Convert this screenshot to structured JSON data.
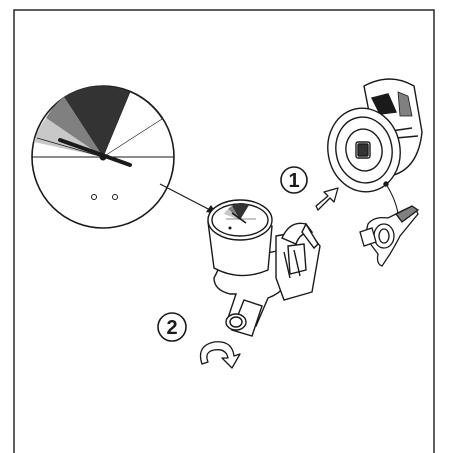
{
  "illustration": {
    "step_1_label": "1",
    "step_2_label": "2",
    "gauge_dial_dots": "o  o",
    "colors": {
      "outline": "#1a1a1a",
      "dark_sector": "#333333",
      "mid_sector": "#808080",
      "light_sector": "#c8c8c8",
      "background": "#ffffff"
    },
    "icons": [
      "magnifier-callout",
      "gauge-head",
      "pump-valve-assembly",
      "arrow-up-right-icon",
      "rotate-arrow-icon",
      "valve-adapter",
      "hose-clip"
    ]
  }
}
